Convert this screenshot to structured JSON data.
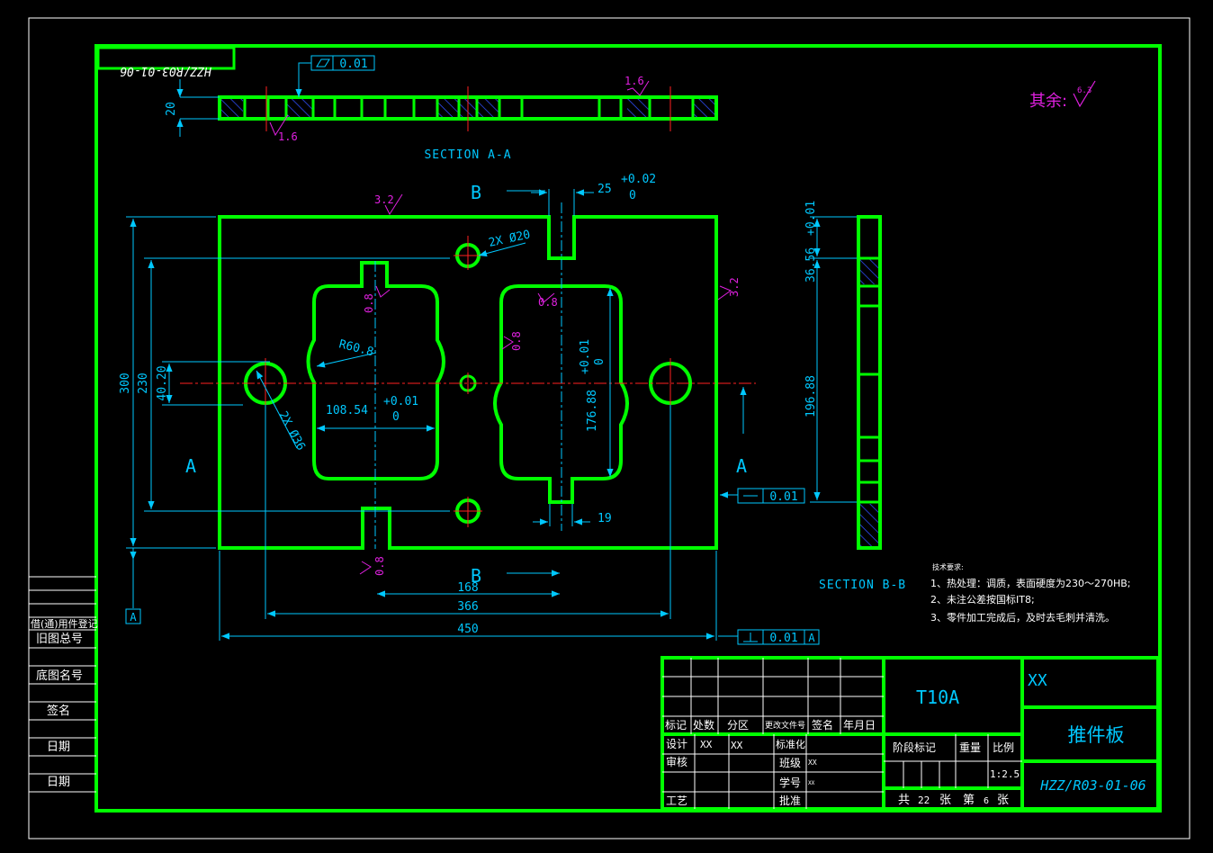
{
  "drawing": {
    "drawing_number": "HZZ/R03-01-06",
    "drawing_number_mirrored": "HZZ/R03-01-06",
    "part_name": "推件板",
    "material": "T10A",
    "company": "XX",
    "scale": "1:2.5",
    "sheets_total": "22",
    "sheet_no": "6"
  },
  "section_labels": {
    "aa": "SECTION A-A",
    "bb": "SECTION B-B",
    "cut_a": "A",
    "cut_b": "B",
    "datum": "A"
  },
  "roughness": {
    "rest_label": "其余:",
    "rest_value": "6.3",
    "r16": "1.6",
    "r32": "3.2",
    "r08": "0.8"
  },
  "tolerances": {
    "flatness": "0.01",
    "parallel": "0.01",
    "perpendicular": "0.01",
    "datum_ref": "A"
  },
  "dimensions": {
    "thickness": "20",
    "width_450": "450",
    "width_366": "366",
    "width_168": "168",
    "height_300": "300",
    "height_230": "230",
    "height_40_20": "40.20",
    "slot_25": "25",
    "slot_25_tol_upper": "+0.02",
    "slot_25_tol_lower": "0",
    "hole_2x20": "2X Ø20",
    "hole_2x36": "2X Ø36",
    "radius_608": "R60.8",
    "w_10854": "108.54",
    "w_10854_tol_upper": "+0.01",
    "w_10854_tol_lower": "0",
    "h_17688": "176.88",
    "h_17688_tol_upper": "+0.01",
    "h_17688_tol_lower": "0",
    "w_19": "19",
    "bb_3656": "36.56",
    "bb_3656_tol": "+0.01",
    "bb_19688": "196.88"
  },
  "tech_requirements": {
    "title": "技术要求:",
    "items": [
      "1、热处理：调质，表面硬度为230～270HB;",
      "2、未注公差按国标IT8;",
      "3、零件加工完成后，及时去毛刺并清洗。"
    ]
  },
  "title_block": {
    "mark": "标记",
    "count": "处数",
    "zone": "分区",
    "change_doc": "更改文件号",
    "signature": "签名",
    "date": "年月日",
    "design": "设计",
    "design_by": "XX",
    "design_by2": "XX",
    "standardize": "标准化",
    "review": "审核",
    "class": "班级",
    "class_val": "XX",
    "student_no": "学号",
    "student_no_val": "XX",
    "process": "工艺",
    "approve": "批准",
    "stage_mark": "阶段标记",
    "weight": "重量",
    "ratio": "比例",
    "total_label": "共",
    "sheets_label": "张",
    "no_label": "第"
  },
  "side_table": {
    "used_for": "借(通)用件登记",
    "old_total_no": "旧图总号",
    "base_no": "底图名号",
    "sign": "签名",
    "date1": "日期",
    "date2": "日期"
  },
  "colors": {
    "outline": "#00ff00",
    "dim": "#00c8ff",
    "roughness": "#e020e0",
    "center": "#ff2020",
    "hatch": "#3050ff",
    "text_white": "#ffffff"
  }
}
